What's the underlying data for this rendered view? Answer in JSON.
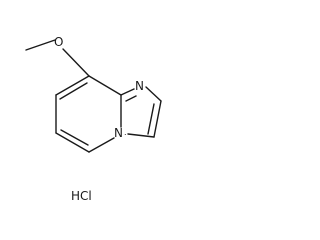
{
  "molecule": {
    "atoms": {
      "oxygen": "O",
      "imidazole_nitrogen": "N",
      "bridgehead_nitrogen": "N"
    },
    "salt": "HCl"
  }
}
